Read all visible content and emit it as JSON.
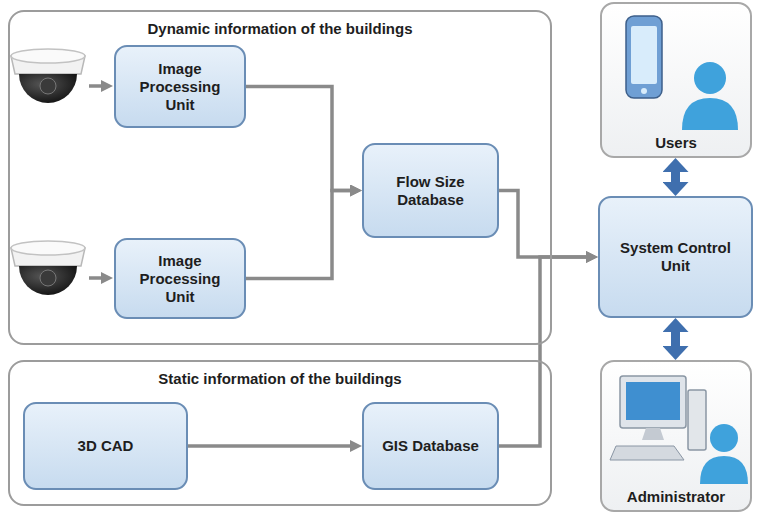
{
  "diagram": {
    "nodes": [
      {
        "text": [
          "Dynamic information of the buildings"
        ]
      },
      {
        "text": [
          "Image Processing Unit"
        ],
        "in": 0
      },
      {
        "text": [
          "Image Processing Unit"
        ],
        "in": 0
      },
      {
        "text": [
          "Flow Size Database"
        ],
        "in": 0
      },
      {
        "text": [
          "Static information of the buildings"
        ]
      },
      {
        "text": [
          "3D CAD"
        ],
        "in": 4
      },
      {
        "text": [
          "GIS Database"
        ],
        "in": 4
      },
      {
        "text": [
          "Users"
        ]
      },
      {
        "text": [
          "System Control Unit"
        ]
      },
      {
        "text": [
          "Administrator"
        ]
      }
    ],
    "edges": [
      {
        "from": 1,
        "to": 3,
        "arrow": "to"
      },
      {
        "from": 2,
        "to": 3,
        "arrow": "to"
      },
      {
        "from": 3,
        "to": 8,
        "arrow": "to"
      },
      {
        "from": 5,
        "to": 6,
        "arrow": "to"
      },
      {
        "from": 6,
        "to": 8,
        "arrow": "to"
      },
      {
        "from": 7,
        "to": 8,
        "arrow": "both"
      },
      {
        "from": 9,
        "to": 8,
        "arrow": "both"
      }
    ]
  }
}
